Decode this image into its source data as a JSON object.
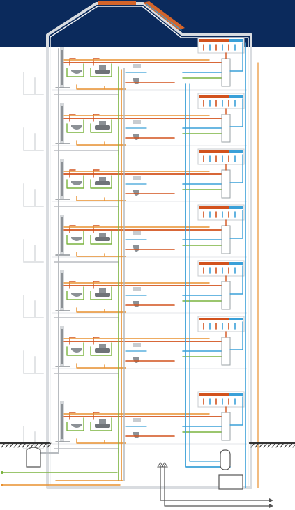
{
  "colors": {
    "sky": "#0b2a5c",
    "building_outline": "#d9dce0",
    "building_fill": "#ffffff",
    "hot_water": "#d2521d",
    "hot_circulation": "#e8902e",
    "cold_water": "#3aa0d8",
    "rain_green": "#7ab33e",
    "waste_grey": "#b8bcc0",
    "fixture_grey": "#8c9196",
    "solar_panel": "#d4642a",
    "ground": "#333333"
  },
  "icons": {
    "solar_collector": "solar-panel-icon",
    "heat_pump": "ventilation-unit-icon",
    "storage_tank": "storage-tank-icon",
    "washbasin": "washbasin-icon",
    "toilet": "toilet-icon",
    "urinal": "urinal-icon",
    "shower": "shower-icon",
    "boiler": "boiler-icon",
    "rain_tank": "rainwater-tank-icon",
    "mains_inlet": "water-inlet-icon"
  },
  "floors": [
    {
      "id": "floor-7"
    },
    {
      "id": "floor-6"
    },
    {
      "id": "floor-5"
    },
    {
      "id": "floor-4"
    },
    {
      "id": "floor-3"
    },
    {
      "id": "floor-2"
    },
    {
      "id": "floor-1"
    }
  ]
}
